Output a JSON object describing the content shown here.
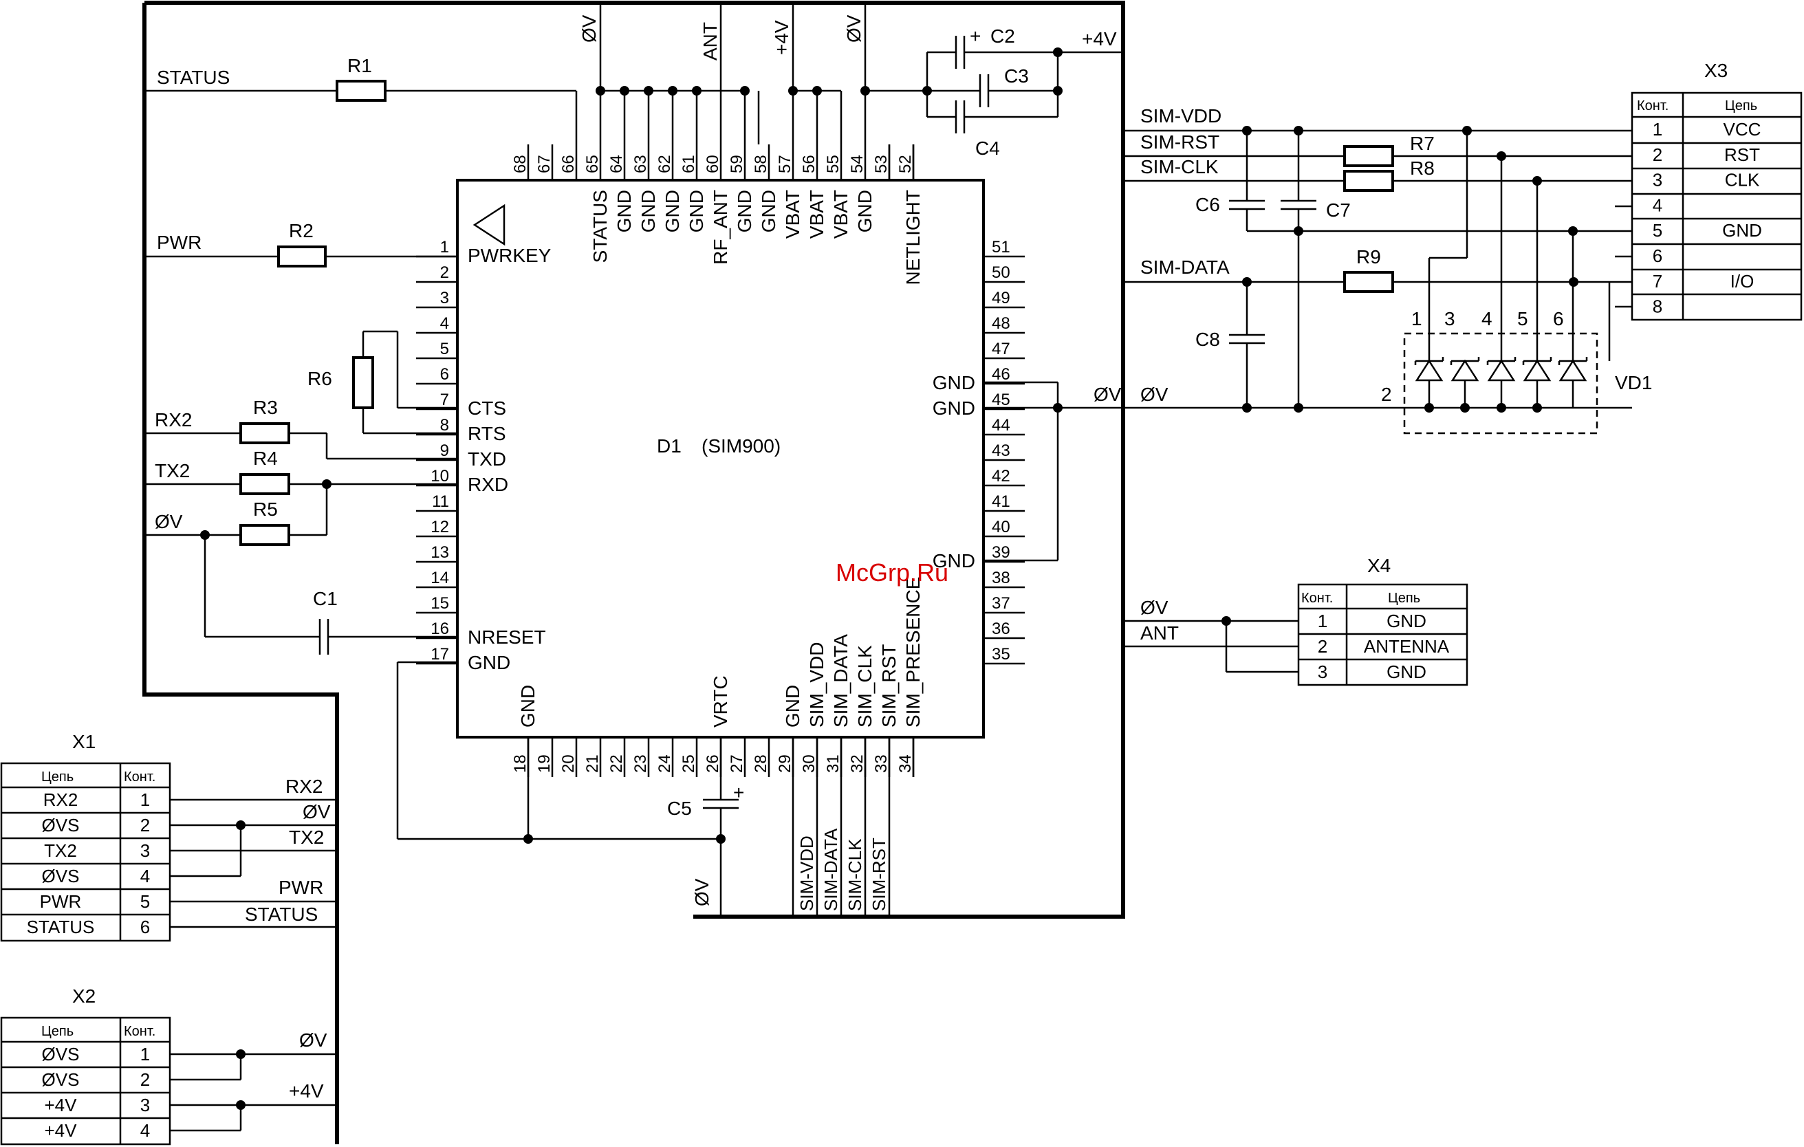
{
  "ic": {
    "designator": "D1",
    "part": "(SIM900)",
    "left_pins": [
      {
        "num": "1",
        "name": "PWRKEY"
      },
      {
        "num": "2",
        "name": ""
      },
      {
        "num": "3",
        "name": ""
      },
      {
        "num": "4",
        "name": ""
      },
      {
        "num": "5",
        "name": ""
      },
      {
        "num": "6",
        "name": ""
      },
      {
        "num": "7",
        "name": "CTS"
      },
      {
        "num": "8",
        "name": "RTS"
      },
      {
        "num": "9",
        "name": "TXD"
      },
      {
        "num": "10",
        "name": "RXD"
      },
      {
        "num": "11",
        "name": ""
      },
      {
        "num": "12",
        "name": ""
      },
      {
        "num": "13",
        "name": ""
      },
      {
        "num": "14",
        "name": ""
      },
      {
        "num": "15",
        "name": ""
      },
      {
        "num": "16",
        "name": "NRESET"
      },
      {
        "num": "17",
        "name": "GND"
      }
    ],
    "top_pins": [
      {
        "num": "68",
        "name": ""
      },
      {
        "num": "67",
        "name": ""
      },
      {
        "num": "66",
        "name": ""
      },
      {
        "num": "65",
        "name": "STATUS"
      },
      {
        "num": "64",
        "name": "GND"
      },
      {
        "num": "63",
        "name": "GND"
      },
      {
        "num": "62",
        "name": "GND"
      },
      {
        "num": "61",
        "name": "GND"
      },
      {
        "num": "60",
        "name": "RF_ANT"
      },
      {
        "num": "59",
        "name": "GND"
      },
      {
        "num": "58",
        "name": "GND"
      },
      {
        "num": "57",
        "name": "VBAT"
      },
      {
        "num": "56",
        "name": "VBAT"
      },
      {
        "num": "55",
        "name": "VBAT"
      },
      {
        "num": "54",
        "name": "GND"
      },
      {
        "num": "53",
        "name": ""
      },
      {
        "num": "52",
        "name": "NETLIGHT"
      }
    ],
    "right_pins": [
      {
        "num": "51",
        "name": ""
      },
      {
        "num": "50",
        "name": ""
      },
      {
        "num": "49",
        "name": ""
      },
      {
        "num": "48",
        "name": ""
      },
      {
        "num": "47",
        "name": ""
      },
      {
        "num": "46",
        "name": "GND"
      },
      {
        "num": "45",
        "name": "GND"
      },
      {
        "num": "44",
        "name": ""
      },
      {
        "num": "43",
        "name": ""
      },
      {
        "num": "42",
        "name": ""
      },
      {
        "num": "41",
        "name": ""
      },
      {
        "num": "40",
        "name": ""
      },
      {
        "num": "39",
        "name": "GND"
      },
      {
        "num": "38",
        "name": ""
      },
      {
        "num": "37",
        "name": ""
      },
      {
        "num": "36",
        "name": ""
      },
      {
        "num": "35",
        "name": ""
      }
    ],
    "bottom_pins": [
      {
        "num": "18",
        "name": "GND"
      },
      {
        "num": "19",
        "name": ""
      },
      {
        "num": "20",
        "name": ""
      },
      {
        "num": "21",
        "name": ""
      },
      {
        "num": "22",
        "name": ""
      },
      {
        "num": "23",
        "name": ""
      },
      {
        "num": "24",
        "name": ""
      },
      {
        "num": "25",
        "name": ""
      },
      {
        "num": "26",
        "name": "VRTC"
      },
      {
        "num": "27",
        "name": ""
      },
      {
        "num": "28",
        "name": ""
      },
      {
        "num": "29",
        "name": "GND"
      },
      {
        "num": "30",
        "name": "SIM_VDD"
      },
      {
        "num": "31",
        "name": "SIM_DATA"
      },
      {
        "num": "32",
        "name": "SIM_CLK"
      },
      {
        "num": "33",
        "name": "SIM_RST"
      },
      {
        "num": "34",
        "name": "SIM_PRESENCE"
      }
    ]
  },
  "components": {
    "R1": "R1",
    "R2": "R2",
    "R3": "R3",
    "R4": "R4",
    "R5": "R5",
    "R6": "R6",
    "R7": "R7",
    "R8": "R8",
    "R9": "R9",
    "C1": "C1",
    "C2": "C2",
    "C3": "C3",
    "C4": "C4",
    "C5": "C5",
    "C6": "C6",
    "C7": "C7",
    "C8": "C8",
    "VD1": "VD1",
    "plus": "+"
  },
  "diode_pins": [
    "1",
    "3",
    "4",
    "5",
    "6",
    "2"
  ],
  "nets": {
    "status": "STATUS",
    "pwr": "PWR",
    "rx2": "RX2",
    "tx2": "TX2",
    "zero_v": "ØV",
    "ant": "ANT",
    "plus4v": "+4V",
    "sim_vdd": "SIM-VDD",
    "sim_rst": "SIM-RST",
    "sim_clk": "SIM-CLK",
    "sim_data": "SIM-DATA"
  },
  "connectors": {
    "X1": {
      "title": "X1",
      "headers": [
        "Цепь",
        "Конт."
      ],
      "rows": [
        [
          "RX2",
          "1"
        ],
        [
          "ØVS",
          "2"
        ],
        [
          "TX2",
          "3"
        ],
        [
          "ØVS",
          "4"
        ],
        [
          "PWR",
          "5"
        ],
        [
          "STATUS",
          "6"
        ]
      ],
      "wire_labels": [
        "RX2",
        "ØV",
        "TX2",
        "PWR",
        "STATUS"
      ]
    },
    "X2": {
      "title": "X2",
      "headers": [
        "Цепь",
        "Конт."
      ],
      "rows": [
        [
          "ØVS",
          "1"
        ],
        [
          "ØVS",
          "2"
        ],
        [
          "+4V",
          "3"
        ],
        [
          "+4V",
          "4"
        ]
      ],
      "wire_labels": [
        "ØV",
        "+4V"
      ]
    },
    "X3": {
      "title": "X3",
      "headers": [
        "Конт.",
        "Цепь"
      ],
      "rows": [
        [
          "1",
          "VCC"
        ],
        [
          "2",
          "RST"
        ],
        [
          "3",
          "CLK"
        ],
        [
          "4",
          ""
        ],
        [
          "5",
          "GND"
        ],
        [
          "6",
          ""
        ],
        [
          "7",
          "I/O"
        ],
        [
          "8",
          ""
        ]
      ]
    },
    "X4": {
      "title": "X4",
      "headers": [
        "Конт.",
        "Цепь"
      ],
      "rows": [
        [
          "1",
          "GND"
        ],
        [
          "2",
          "ANTENNA"
        ],
        [
          "3",
          "GND"
        ]
      ]
    }
  },
  "watermark": "McGrp.Ru"
}
